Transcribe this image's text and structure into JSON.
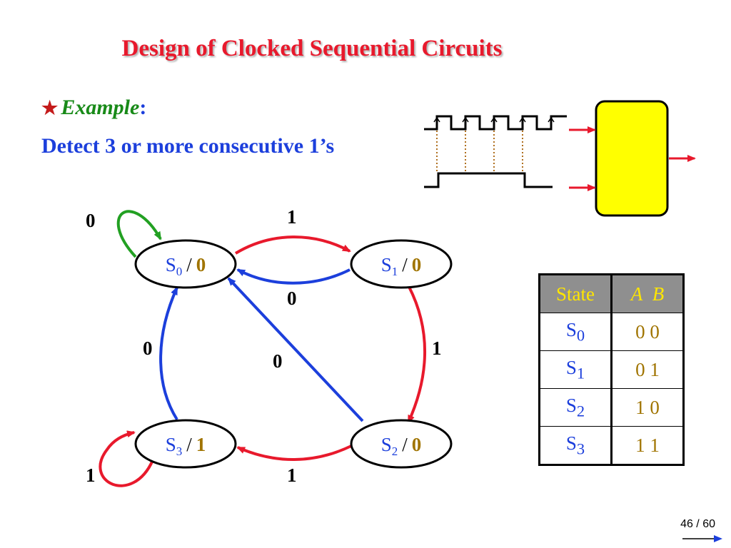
{
  "title": "Design of Clocked Sequential Circuits",
  "example": {
    "star": "★",
    "word": "Example",
    "colon": ":"
  },
  "description": "Detect 3 or more consecutive 1’s",
  "states": [
    {
      "name": "S",
      "sub": "0",
      "sep": "/",
      "output": "0"
    },
    {
      "name": "S",
      "sub": "1",
      "sep": "/",
      "output": "0"
    },
    {
      "name": "S",
      "sub": "2",
      "sep": "/",
      "output": "0"
    },
    {
      "name": "S",
      "sub": "3",
      "sep": "/",
      "output": "1"
    }
  ],
  "transitions": [
    {
      "from": "S0",
      "to": "S0",
      "input": "0",
      "color": "#22a022"
    },
    {
      "from": "S0",
      "to": "S1",
      "input": "1",
      "color": "#e8192c"
    },
    {
      "from": "S1",
      "to": "S0",
      "input": "0",
      "color": "#1c3fdc"
    },
    {
      "from": "S1",
      "to": "S2",
      "input": "1",
      "color": "#e8192c"
    },
    {
      "from": "S2",
      "to": "S0",
      "input": "0",
      "color": "#1c3fdc"
    },
    {
      "from": "S2",
      "to": "S3",
      "input": "1",
      "color": "#e8192c"
    },
    {
      "from": "S3",
      "to": "S0",
      "input": "0",
      "color": "#1c3fdc"
    },
    {
      "from": "S3",
      "to": "S3",
      "input": "1",
      "color": "#e8192c"
    }
  ],
  "table": {
    "headers": {
      "state": "State",
      "a": "A",
      "b": "B"
    },
    "rows": [
      {
        "state": "S",
        "sub": "0",
        "ab": "0  0"
      },
      {
        "state": "S",
        "sub": "1",
        "ab": "0  1"
      },
      {
        "state": "S",
        "sub": "2",
        "ab": "1  0"
      },
      {
        "state": "S",
        "sub": "3",
        "ab": "1  1"
      }
    ]
  },
  "page": "46 / 60",
  "colors": {
    "title": "#e8192c",
    "blue": "#1c3fdc",
    "red": "#e8192c",
    "green": "#22a022",
    "gold": "#a07400",
    "box": "#ffff00"
  }
}
